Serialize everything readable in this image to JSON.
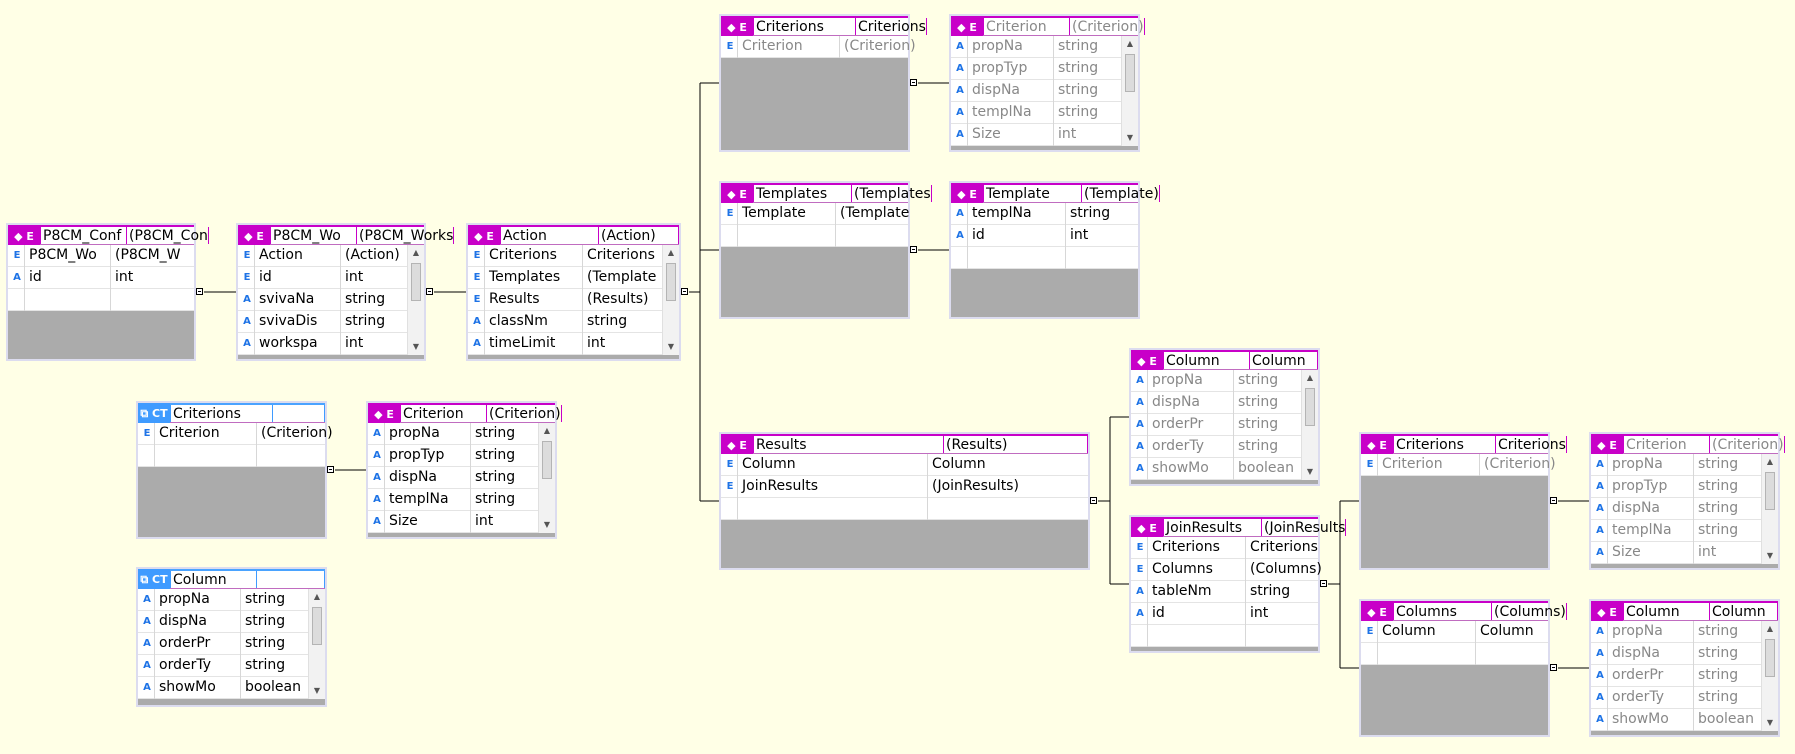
{
  "element_badge": "◆ E",
  "complex_badge": "⧉ CT",
  "boxes": [
    {
      "name": "p8cm-config",
      "kind": "el",
      "header": [
        "P8CM_Conf",
        "(P8CM_Con"
      ],
      "rows": [
        [
          "E",
          "P8CM_Wo",
          "(P8CM_W"
        ],
        [
          "A",
          "id",
          "int"
        ]
      ],
      "empty_rows": 1
    },
    {
      "name": "p8cm-workspace",
      "kind": "el",
      "header": [
        "P8CM_Wo",
        "(P8CM_Works"
      ],
      "rows": [
        [
          "E",
          "Action",
          "(Action)"
        ],
        [
          "E",
          "id",
          "int"
        ],
        [
          "A",
          "svivaNa",
          "string"
        ],
        [
          "A",
          "svivaDis",
          "string"
        ],
        [
          "A",
          "workspa",
          "int"
        ]
      ],
      "scroll": true
    },
    {
      "name": "action",
      "kind": "el",
      "header": [
        "Action",
        "(Action)"
      ],
      "rows": [
        [
          "E",
          "Criterions",
          "Criterions"
        ],
        [
          "E",
          "Templates",
          "(Template"
        ],
        [
          "E",
          "Results",
          "(Results)"
        ],
        [
          "A",
          "classNm",
          "string"
        ],
        [
          "A",
          "timeLimit",
          "int"
        ]
      ],
      "scroll": true
    },
    {
      "name": "criterions-ct",
      "kind": "ct",
      "header": [
        "Criterions",
        ""
      ],
      "rows": [
        [
          "E",
          "Criterion",
          "(Criterion)"
        ]
      ],
      "empty_rows": 1
    },
    {
      "name": "criterion-1",
      "kind": "el",
      "header": [
        "Criterion",
        "(Criterion)"
      ],
      "rows": [
        [
          "A",
          "propNa",
          "string"
        ],
        [
          "A",
          "propTyp",
          "string"
        ],
        [
          "A",
          "dispNa",
          "string"
        ],
        [
          "A",
          "templNa",
          "string"
        ],
        [
          "A",
          "Size",
          "int"
        ]
      ],
      "scroll": true
    },
    {
      "name": "column-ct",
      "kind": "ct",
      "header": [
        "Column",
        ""
      ],
      "rows": [
        [
          "A",
          "propNa",
          "string"
        ],
        [
          "A",
          "dispNa",
          "string"
        ],
        [
          "A",
          "orderPr",
          "string"
        ],
        [
          "A",
          "orderTy",
          "string"
        ],
        [
          "A",
          "showMo",
          "boolean"
        ]
      ],
      "scroll": true
    },
    {
      "name": "criterions-1",
      "kind": "el",
      "header": [
        "Criterions",
        "Criterions"
      ],
      "rows": [
        [
          "E",
          "Criterion",
          "(Criterion)"
        ]
      ],
      "gray_rows": true
    },
    {
      "name": "criterion-2",
      "kind": "el",
      "header": [
        "Criterion",
        "(Criterion)"
      ],
      "gray_header": true,
      "rows": [
        [
          "A",
          "propNa",
          "string"
        ],
        [
          "A",
          "propTyp",
          "string"
        ],
        [
          "A",
          "dispNa",
          "string"
        ],
        [
          "A",
          "templNa",
          "string"
        ],
        [
          "A",
          "Size",
          "int"
        ]
      ],
      "gray_rows": true,
      "scroll": true
    },
    {
      "name": "templates",
      "kind": "el",
      "header": [
        "Templates",
        "(Templates"
      ],
      "rows": [
        [
          "E",
          "Template",
          "(Template"
        ]
      ],
      "empty_rows": 1
    },
    {
      "name": "template",
      "kind": "el",
      "header": [
        "Template",
        "(Template)"
      ],
      "rows": [
        [
          "A",
          "templNa",
          "string"
        ],
        [
          "A",
          "id",
          "int"
        ]
      ],
      "empty_rows": 1
    },
    {
      "name": "results",
      "kind": "el",
      "header": [
        "Results",
        "(Results)"
      ],
      "rows": [
        [
          "E",
          "Column",
          "Column"
        ],
        [
          "E",
          "JoinResults",
          "(JoinResults)"
        ]
      ],
      "empty_rows": 1
    },
    {
      "name": "column-1",
      "kind": "el",
      "header": [
        "Column",
        "Column"
      ],
      "rows": [
        [
          "A",
          "propNa",
          "string"
        ],
        [
          "A",
          "dispNa",
          "string"
        ],
        [
          "A",
          "orderPr",
          "string"
        ],
        [
          "A",
          "orderTy",
          "string"
        ],
        [
          "A",
          "showMo",
          "boolean"
        ]
      ],
      "gray_rows": true,
      "scroll": true
    },
    {
      "name": "joinresults",
      "kind": "el",
      "header": [
        "JoinResults",
        "(JoinResults"
      ],
      "rows": [
        [
          "E",
          "Criterions",
          "Criterions"
        ],
        [
          "E",
          "Columns",
          "(Columns)"
        ],
        [
          "A",
          "tableNm",
          "string"
        ],
        [
          "A",
          "id",
          "int"
        ]
      ],
      "empty_rows": 1
    },
    {
      "name": "criterions-2",
      "kind": "el",
      "header": [
        "Criterions",
        "Criterions"
      ],
      "rows": [
        [
          "E",
          "Criterion",
          "(Criterion)"
        ]
      ],
      "gray_rows": true
    },
    {
      "name": "criterion-3",
      "kind": "el",
      "header": [
        "Criterion",
        "(Criterion)"
      ],
      "gray_header": true,
      "rows": [
        [
          "A",
          "propNa",
          "string"
        ],
        [
          "A",
          "propTyp",
          "string"
        ],
        [
          "A",
          "dispNa",
          "string"
        ],
        [
          "A",
          "templNa",
          "string"
        ],
        [
          "A",
          "Size",
          "int"
        ]
      ],
      "gray_rows": true,
      "scroll": true
    },
    {
      "name": "columns",
      "kind": "el",
      "header": [
        "Columns",
        "(Columns)"
      ],
      "rows": [
        [
          "E",
          "Column",
          "Column"
        ]
      ],
      "empty_rows": 1
    },
    {
      "name": "column-2",
      "kind": "el",
      "header": [
        "Column",
        "Column"
      ],
      "rows": [
        [
          "A",
          "propNa",
          "string"
        ],
        [
          "A",
          "dispNa",
          "string"
        ],
        [
          "A",
          "orderPr",
          "string"
        ],
        [
          "A",
          "orderTy",
          "string"
        ],
        [
          "A",
          "showMo",
          "boolean"
        ]
      ],
      "gray_rows": true,
      "scroll": true
    }
  ],
  "colors": {
    "background": "#ffffe6",
    "element_accent": "#c800c8",
    "complex_type_accent": "#3f9bff",
    "box_fill": "#ababab"
  }
}
